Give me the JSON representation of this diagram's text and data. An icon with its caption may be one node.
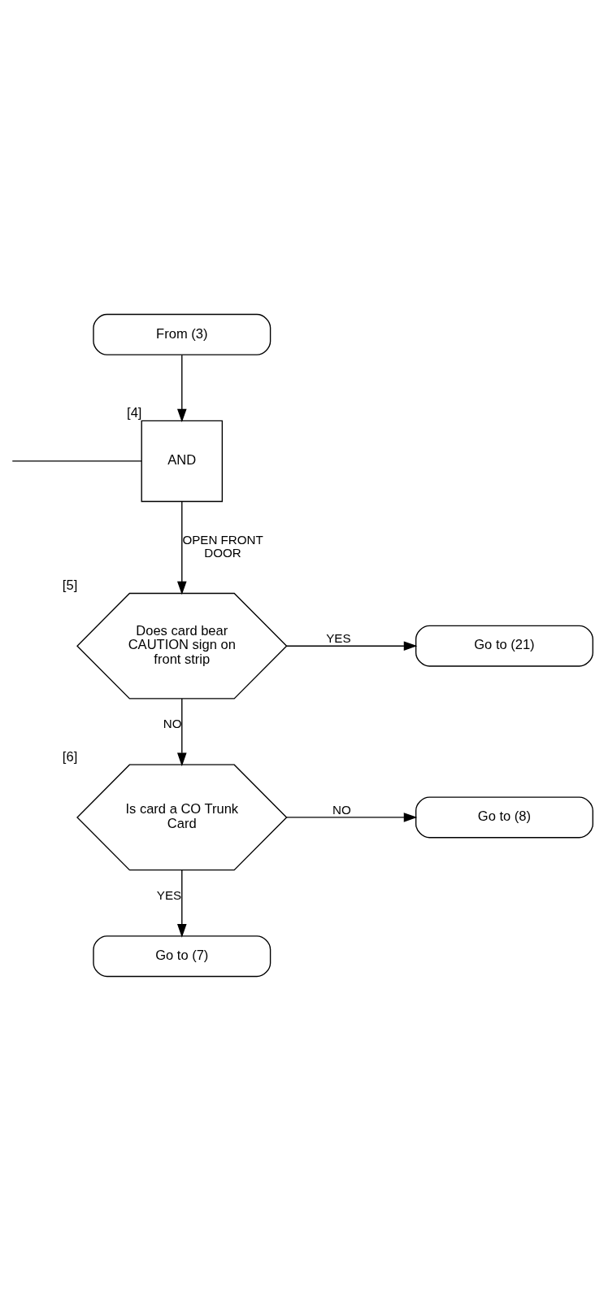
{
  "diagram": {
    "nodes": [
      {
        "text": [
          "From (3)"
        ]
      },
      {
        "text": [
          "AND"
        ],
        "beside": [
          "[4]"
        ]
      },
      {
        "text": [
          "Does card bear CAUTION sign on front strip"
        ],
        "beside": [
          "[5]"
        ]
      },
      {
        "text": [
          "Go to (21)"
        ]
      },
      {
        "text": [
          "Is card a CO Trunk Card"
        ],
        "beside": [
          "[6]"
        ]
      },
      {
        "text": [
          "Go to (8)"
        ]
      },
      {
        "text": [
          "Go to (7)"
        ]
      }
    ],
    "edges": [
      {
        "from": null,
        "to": 1,
        "arrow": "none"
      },
      {
        "from": 0,
        "to": 1,
        "arrow": "to"
      },
      {
        "from": 1,
        "to": 2,
        "arrow": "to",
        "label": "OPEN FRONT DOOR"
      },
      {
        "from": 2,
        "to": 3,
        "arrow": "to",
        "label": "YES"
      },
      {
        "from": 2,
        "to": 4,
        "arrow": "to",
        "label": "NO"
      },
      {
        "from": 4,
        "to": 5,
        "arrow": "to",
        "label": "NO"
      },
      {
        "from": 4,
        "to": 6,
        "arrow": "to",
        "label": "YES"
      }
    ]
  }
}
